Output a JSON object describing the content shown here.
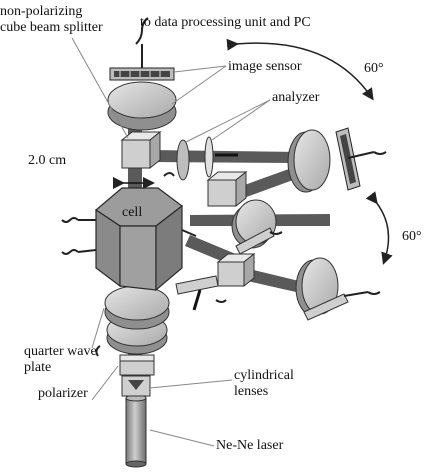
{
  "labels": {
    "beam_splitter_line1": "non-polarizing",
    "beam_splitter_line2": "cube beam splitter",
    "to_pc": "to data processing unit and PC",
    "image_sensor": "image sensor",
    "analyzer": "analyzer",
    "angle_top": "60°",
    "angle_right": "60°",
    "distance": "2.0 cm",
    "cell": "cell",
    "quarter_wave_line1": "quarter wave",
    "quarter_wave_line2": "plate",
    "polarizer": "polarizer",
    "cyl_line1": "cylindrical",
    "cyl_line2": "lenses",
    "laser": "Ne-Ne laser"
  },
  "colors": {
    "metal_light": "#d9d9d9",
    "metal_mid": "#b5b5b5",
    "metal_dark": "#8a8a8a",
    "beam": "#555555",
    "outline": "#2a2a2a"
  }
}
